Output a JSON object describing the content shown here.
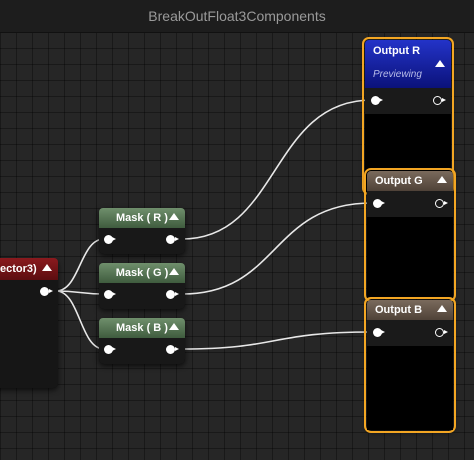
{
  "window": {
    "title": "BreakOutFloat3Components"
  },
  "nodes": {
    "append": {
      "title": "ector3)"
    },
    "mask_r": {
      "title": "Mask ( R )"
    },
    "mask_g": {
      "title": "Mask ( G )"
    },
    "mask_b": {
      "title": "Mask ( B )"
    },
    "output_r": {
      "title": "Output R",
      "status": "Previewing"
    },
    "output_g": {
      "title": "Output G"
    },
    "output_b": {
      "title": "Output B"
    }
  },
  "colors": {
    "wire": "#e8e8e8",
    "mask_header": "#56774f",
    "output_r_header": "#1d2aa8",
    "output_header": "#6a5b4e",
    "selection": "#f3a623",
    "append_header": "#7a1418"
  }
}
